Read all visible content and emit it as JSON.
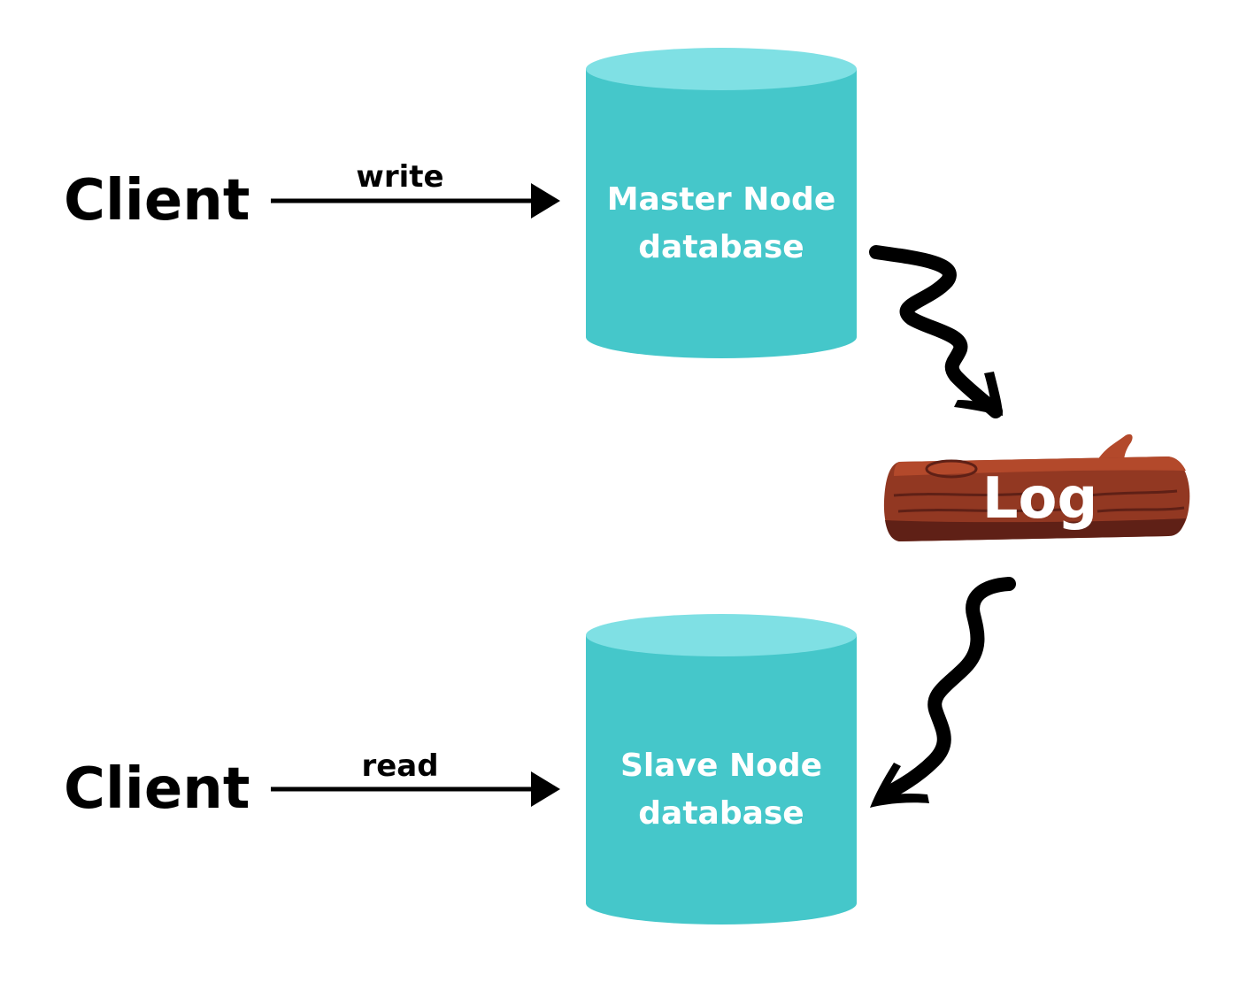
{
  "colors": {
    "cylinder_body": "#45c7ca",
    "cylinder_top": "#7fe0e4",
    "log_body": "#923822",
    "log_dark": "#5f2016",
    "log_light": "#b3492b",
    "text_dark": "#000000",
    "text_light": "#ffffff"
  },
  "clients": [
    {
      "label": "Client",
      "operation": "write",
      "target": "master"
    },
    {
      "label": "Client",
      "operation": "read",
      "target": "slave"
    }
  ],
  "master_db": {
    "line1": "Master Node",
    "line2": "database",
    "icon": "database-cylinder-icon"
  },
  "slave_db": {
    "line1": "Slave Node",
    "line2": "database",
    "icon": "database-cylinder-icon"
  },
  "log": {
    "label": "Log",
    "icon": "wooden-log-icon"
  },
  "flows": [
    {
      "from": "master",
      "to": "log",
      "style": "squiggly-arrow"
    },
    {
      "from": "log",
      "to": "slave",
      "style": "squiggly-arrow"
    }
  ]
}
